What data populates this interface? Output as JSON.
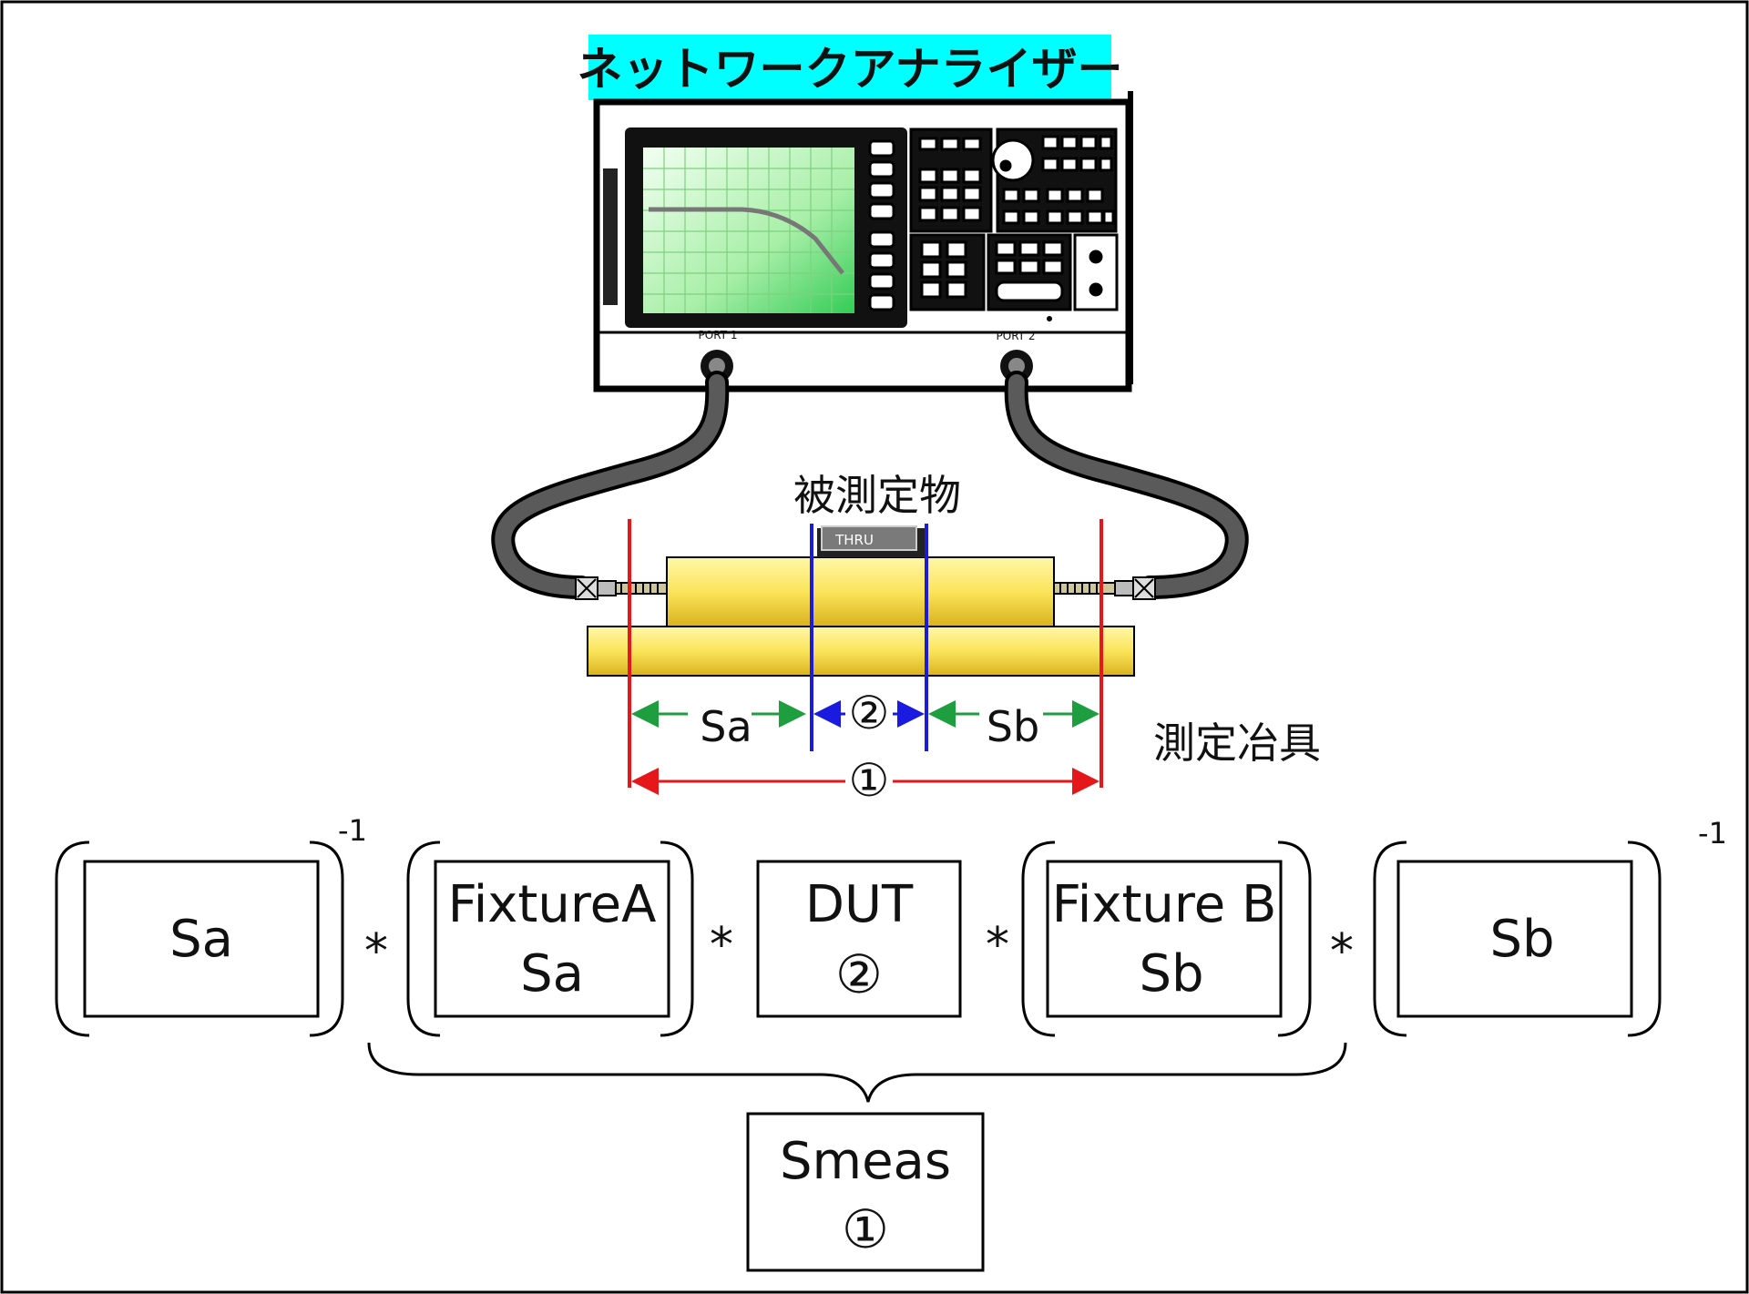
{
  "analyzer": {
    "title": "ネットワークアナライザー",
    "title_bg": "#00FFFF",
    "port1_label": "PORT 1",
    "port2_label": "PORT 2"
  },
  "dut": {
    "label": "被測定物",
    "thru_label": "THRU"
  },
  "fixture": {
    "label": "測定冶具"
  },
  "dimensions": {
    "sa_label": "Sa",
    "dut_marker": "②",
    "sb_label": "Sb",
    "meas_marker": "①"
  },
  "equation": {
    "box1": "Sa",
    "box1_exponent": "-1",
    "box2_line1": "FixtureA",
    "box2_line2": "Sa",
    "box3_line1": "DUT",
    "box3_line2": "②",
    "box4_line1": "Fixture B",
    "box4_line2": "Sb",
    "box5": "Sb",
    "box5_exponent": "-1",
    "operator": "*",
    "result_line1": "Smeas",
    "result_line2": "①"
  },
  "colors": {
    "outer_reference": "#E5171B",
    "inner_reference": "#1A1AE0",
    "dimension_arrow": "#1E9E3E",
    "fixture_fill": "#FBE45A",
    "screen_green": "#33CC55",
    "cable": "#555555"
  }
}
